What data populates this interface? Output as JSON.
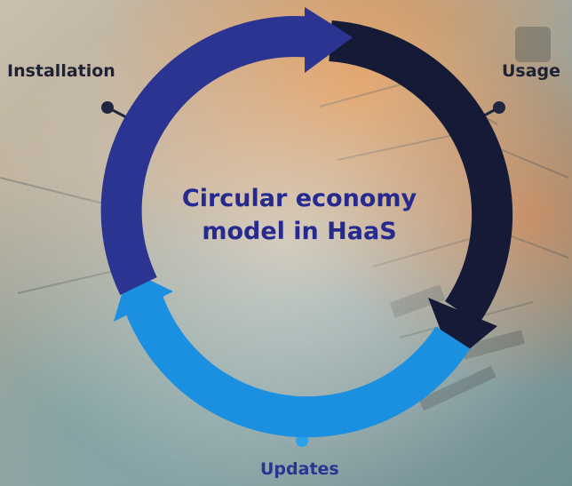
{
  "diagram": {
    "title_line1": "Circular economy",
    "title_line2": "model in HaaS",
    "stages": {
      "installation": "Installation",
      "usage": "Usage",
      "updates": "Updates"
    },
    "colors": {
      "installation_arc": "#2b3491",
      "usage_arc": "#151a36",
      "updates_arc": "#1b8fe0",
      "connector_dark": "#1f2640",
      "connector_blue": "#2aa3ea",
      "title_text": "#262a8e"
    },
    "background_description_icon": "circuit-board-photo-icon"
  }
}
